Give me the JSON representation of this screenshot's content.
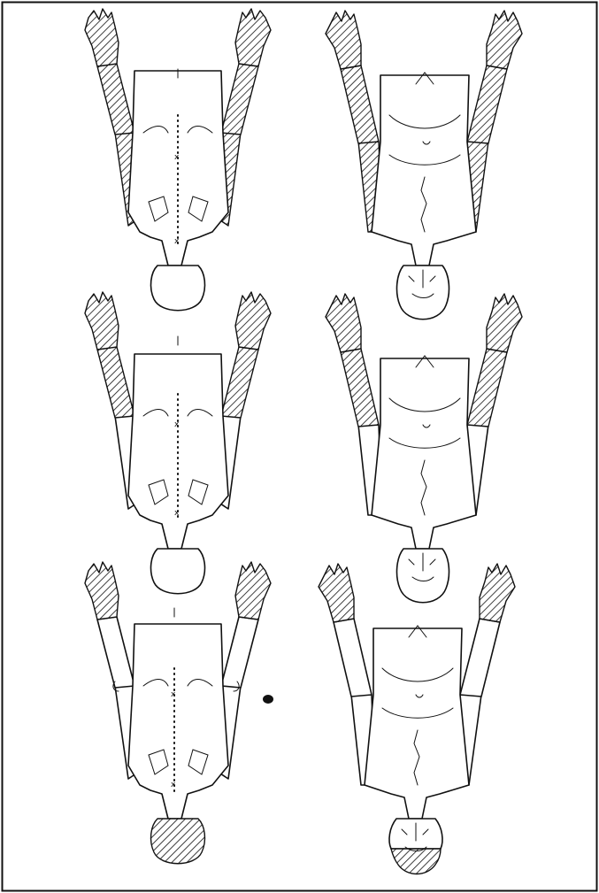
{
  "figure": {
    "panels": [
      {
        "view": "back",
        "shaded": "arms"
      },
      {
        "view": "front",
        "shaded": "arms"
      },
      {
        "view": "back",
        "shaded": "forearms-and-hands"
      },
      {
        "view": "front",
        "shaded": "forearms-and-hands"
      },
      {
        "view": "back",
        "shaded": "hands-and-head"
      },
      {
        "view": "front",
        "shaded": "hands-and-head"
      }
    ],
    "spine_marks": [
      "x",
      "x"
    ]
  },
  "colors": {
    "ink": "#111111",
    "paper": "#ffffff",
    "hatch": "#111111"
  }
}
